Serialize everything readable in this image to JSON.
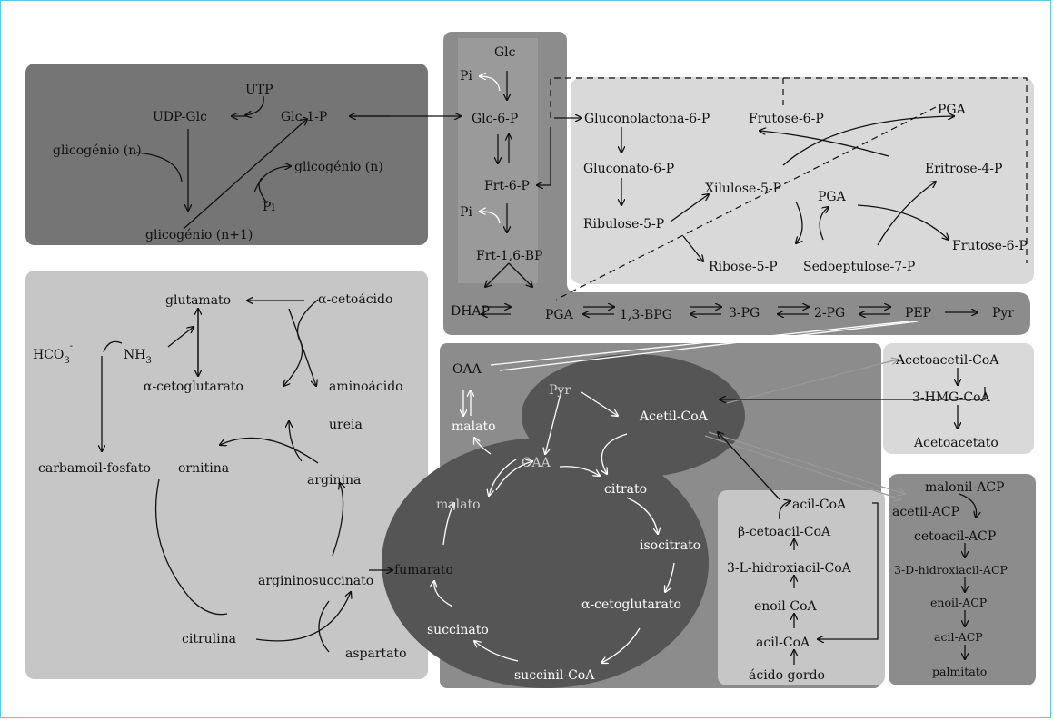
{
  "glycogen": {
    "utp": "UTP",
    "udp_glc": "UDP-Glc",
    "glc1p": "Glc-1-P",
    "glicogenio_n_left": "glicogénio (n)",
    "glicogenio_n_right": "glicogénio (n)",
    "pi": "Pi",
    "glicogenio_n1": "glicogénio (n+1)"
  },
  "glycolysis": {
    "glc": "Glc",
    "pi1": "Pi",
    "glc6p": "Glc-6-P",
    "frt6p": "Frt-6-P",
    "pi2": "Pi",
    "frt16bp": "Frt-1,6-BP",
    "dhap": "DHAP",
    "pga": "PGA",
    "bpg": "1,3-BPG",
    "pg3": "3-PG",
    "pg2": "2-PG",
    "pep": "PEP",
    "pyr": "Pyr"
  },
  "pentose": {
    "gluconolactona": "Gluconolactona-6-P",
    "gluconato": "Gluconato-6-P",
    "ribulose": "Ribulose-5-P",
    "xilulose": "Xilulose-5-P",
    "ribose": "Ribose-5-P",
    "frutose_top": "Frutose-6-P",
    "pga_top": "PGA",
    "eritrose": "Eritrose-4-P",
    "pga_mid": "PGA",
    "sedoeptulose": "Sedoeptulose-7-P",
    "frutose_bottom": "Frutose-6-P"
  },
  "urea": {
    "glutamato": "glutamato",
    "cetoacido": "α-cetoácido",
    "hco3": "HCO",
    "nh3": "NH",
    "cetoglutarato": "α-cetoglutarato",
    "aminoacido": "aminoácido",
    "ureia": "ureia",
    "carbamoil": "carbamoil-fosfato",
    "ornitina": "ornitina",
    "arginina": "arginina",
    "argininosuccinato": "argininosuccinato",
    "citrulina": "citrulina",
    "aspartato": "aspartato"
  },
  "krebs": {
    "oaa_out": "OAA",
    "malato_out": "malato",
    "pyr": "Pyr",
    "acetil_coa": "Acetil-CoA",
    "oaa": "OAA",
    "citrato": "citrato",
    "malato": "malato",
    "isocitrato": "isocitrato",
    "fumarato": "fumarato",
    "cetoglutarato": "α-cetoglutarato",
    "succinato": "succinato",
    "succinil_coa": "succinil-CoA"
  },
  "ketone": {
    "acetoacetil": "Acetoacetil-CoA",
    "hmg": "3-HMG-CoA",
    "acetoacetato": "Acetoacetato"
  },
  "beta_ox": {
    "acil_coa_top": "acil-CoA",
    "cetoacil": "β-cetoacil-CoA",
    "hidroxiacil": "3-L-hidroxiacil-CoA",
    "enoil": "enoil-CoA",
    "acil_coa": "acil-CoA",
    "acido_gordo": "ácido gordo"
  },
  "fa_synth": {
    "malonil": "malonil-ACP",
    "acetil_acp": "acetil-ACP",
    "cetoacil_acp": "cetoacil-ACP",
    "hidroxiacil_acp": "3-D-hidroxiacil-ACP",
    "enoil_acp": "enoil-ACP",
    "acil_acp": "acil-ACP",
    "palmitato": "palmitato"
  }
}
